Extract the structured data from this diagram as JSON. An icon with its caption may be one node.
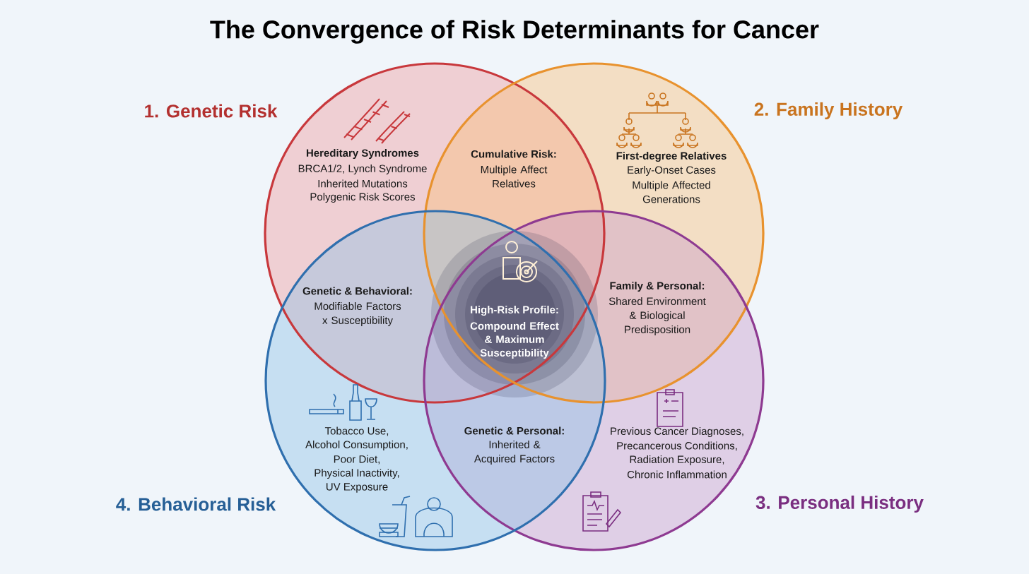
{
  "diagram": {
    "title": "The Convergence of Risk Determinants for Cancer",
    "nodes": [
      {
        "text": [
          "1. Genetic Risk",
          "Hereditary Syndromes",
          "BRCA1/2, Lynch Syndrome",
          "Inherited Mutations",
          "Polygenic Risk Scores"
        ]
      },
      {
        "text": [
          "2. Family History",
          "First-degree Relatives",
          "Early-Onset Cases",
          "Multiple Affected Generations"
        ]
      },
      {
        "text": [
          "3. Personal History",
          "Previous Cancer Diagnoses,",
          "Precancerous Conditions,",
          "Radiation Exposure,",
          "Chronic Inflammation"
        ]
      },
      {
        "text": [
          "4. Behavioral Risk",
          "Tobacco Use,",
          "Alcohol Consumption,",
          "Poor Diet,",
          "Physical Inactivity,",
          "UV Exposure"
        ]
      }
    ],
    "edges": [],
    "labels": [
      "Cumulative Risk:",
      "Multiple Affect Relatives",
      "Genetic & Behavioral:",
      "Modifiable Factors x Susceptibility",
      "High-Risk Profile:",
      "Compound Effect & Maximum Susceptibility",
      "Family & Personal:",
      "Shared Environment & Biological Predisposition",
      "Genetic & Personal:",
      "Inherited & Acquired Factors"
    ]
  }
}
